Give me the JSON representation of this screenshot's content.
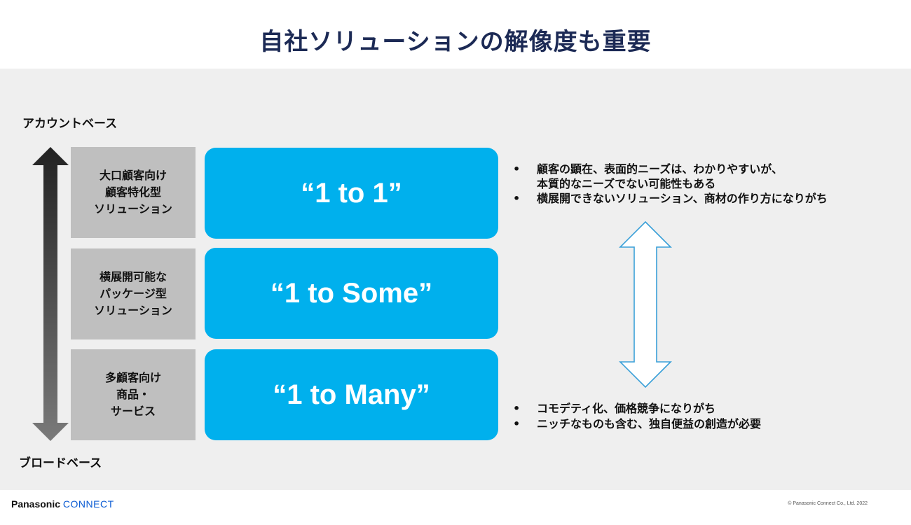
{
  "title": "自社ソリューションの解像度も重要",
  "axis": {
    "top_label": "アカウントベース",
    "bottom_label": "ブロードベース"
  },
  "tiers": [
    {
      "category_lines": [
        "大口顧客向け",
        "顧客特化型",
        "ソリューション"
      ],
      "model": "“1 to 1”"
    },
    {
      "category_lines": [
        "横展開可能な",
        "パッケージ型",
        "ソリューション"
      ],
      "model": "“1 to Some”"
    },
    {
      "category_lines": [
        "多顧客向け",
        "商品・",
        "サービス"
      ],
      "model": "“1 to Many”"
    }
  ],
  "notes_top": [
    [
      "顧客の顕在、表面的ニーズは、わかりやすいが、",
      "本質的なニーズでない可能性もある"
    ],
    [
      "横展開できないソリューション、商材の作り方になりがち"
    ]
  ],
  "notes_bottom": [
    [
      "コモデティ化、価格競争になりがち"
    ],
    [
      "ニッチなものも含む、独自便益の創造が必要"
    ]
  ],
  "footer": {
    "logo_part1": "Panasonic",
    "logo_part2": "CONNECT",
    "copyright": "© Panasonic Connect Co., Ltd. 2022"
  },
  "colors": {
    "title": "#1c2a55",
    "model_box": "#00b0ed",
    "category_box": "#bfbfbf",
    "panel_bg": "#efefef",
    "logo_connect": "#0a5bd3"
  },
  "icons": {
    "vertical_gradient_arrow": "double-headed-vertical-arrow",
    "outline_arrow": "double-headed-vertical-outline-arrow"
  }
}
